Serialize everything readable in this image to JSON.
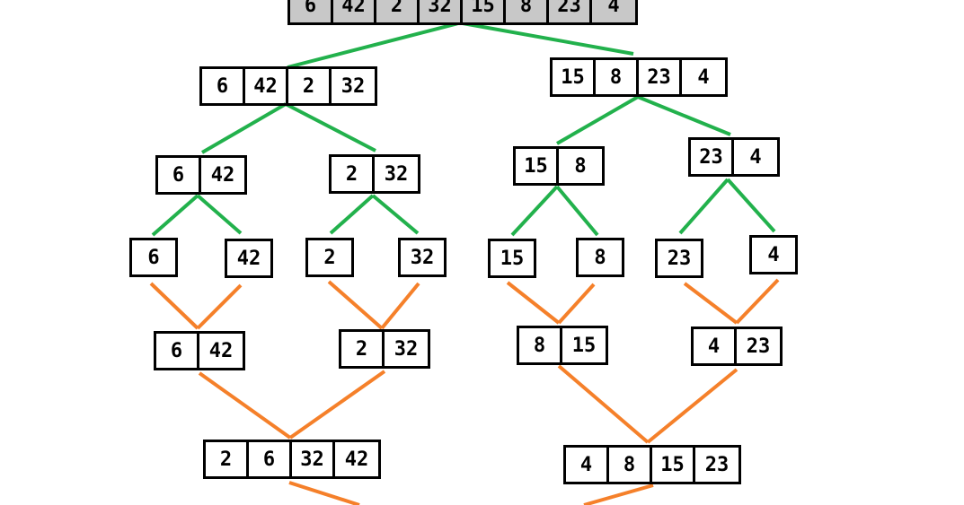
{
  "colors": {
    "split": "#22b14c",
    "merge": "#f5802a",
    "box": "#000000",
    "root_fill": "#c8c8c8"
  },
  "nodes": {
    "root": {
      "values": [
        "6",
        "42",
        "2",
        "32",
        "15",
        "8",
        "23",
        "4"
      ]
    },
    "l1_left": {
      "values": [
        "6",
        "42",
        "2",
        "32"
      ]
    },
    "l1_right": {
      "values": [
        "15",
        "8",
        "23",
        "4"
      ]
    },
    "l2_a": {
      "values": [
        "6",
        "42"
      ]
    },
    "l2_b": {
      "values": [
        "2",
        "32"
      ]
    },
    "l2_c": {
      "values": [
        "15",
        "8"
      ]
    },
    "l2_d": {
      "values": [
        "23",
        "4"
      ]
    },
    "leaf_1": {
      "values": [
        "6"
      ]
    },
    "leaf_2": {
      "values": [
        "42"
      ]
    },
    "leaf_3": {
      "values": [
        "2"
      ]
    },
    "leaf_4": {
      "values": [
        "32"
      ]
    },
    "leaf_5": {
      "values": [
        "15"
      ]
    },
    "leaf_6": {
      "values": [
        "8"
      ]
    },
    "leaf_7": {
      "values": [
        "23"
      ]
    },
    "leaf_8": {
      "values": [
        "4"
      ]
    },
    "m2_a": {
      "values": [
        "6",
        "42"
      ]
    },
    "m2_b": {
      "values": [
        "2",
        "32"
      ]
    },
    "m2_c": {
      "values": [
        "8",
        "15"
      ]
    },
    "m2_d": {
      "values": [
        "4",
        "23"
      ]
    },
    "m4_left": {
      "values": [
        "2",
        "6",
        "32",
        "42"
      ]
    },
    "m4_right": {
      "values": [
        "4",
        "8",
        "15",
        "23"
      ]
    }
  }
}
